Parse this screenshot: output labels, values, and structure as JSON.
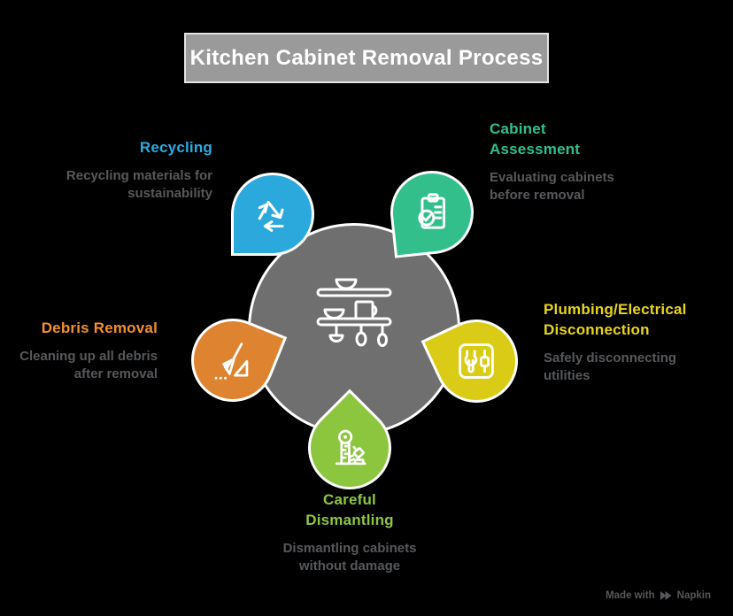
{
  "title_bar": {
    "text": "Kitchen Cabinet Removal Process",
    "bg": "#9A9A9A",
    "border_color": "#E3E3E3",
    "text_color": "#FFFFFF"
  },
  "center": {
    "circle_color": "#6F6F6F",
    "icon": "kitchen-shelves-icon"
  },
  "description_color": "#56585B",
  "steps": [
    {
      "id": "recycling",
      "title": "Recycling",
      "description": "Recycling materials for\nsustainability",
      "color": "#2BA9DC",
      "title_color": "#29ABE2",
      "icon": "recycling-icon"
    },
    {
      "id": "cabinet-assessment",
      "title": "Cabinet\nAssessment",
      "description": "Evaluating cabinets\nbefore removal",
      "color": "#33BF8C",
      "title_color": "#2EC08F",
      "icon": "clipboard-check-icon"
    },
    {
      "id": "plumbing-electrical-disconnection",
      "title": "Plumbing/Electrical\nDisconnection",
      "description": "Safely disconnecting\nutilities",
      "color": "#D9CB16",
      "title_color": "#E7D51C",
      "icon": "wrench-plug-icon"
    },
    {
      "id": "careful-dismantling",
      "title": "Careful\nDismantling",
      "description": "Dismantling cabinets\nwithout damage",
      "color": "#8CC63F",
      "title_color": "#8DC63F",
      "icon": "dismantling-tool-icon"
    },
    {
      "id": "debris-removal",
      "title": "Debris Removal",
      "description": "Cleaning up all debris\nafter removal",
      "color": "#DE8430",
      "title_color": "#F2902A",
      "icon": "broom-dustpan-icon"
    }
  ],
  "watermark": {
    "text_prefix": "Made with",
    "brand": "Napkin",
    "color": "#55575A"
  }
}
